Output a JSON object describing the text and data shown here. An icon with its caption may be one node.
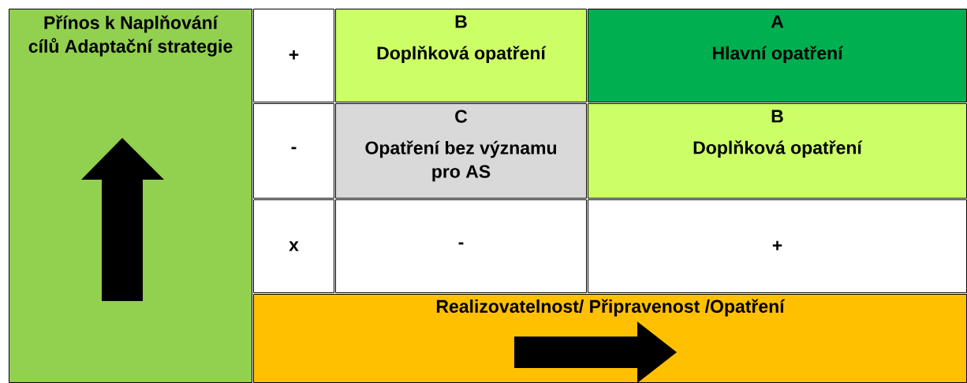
{
  "diagram": {
    "nodes": [
      {
        "text": [
          "Přínos k Naplňování cílů Adaptační strategie"
        ]
      },
      {
        "text": [
          "+"
        ]
      },
      {
        "text": [
          "B",
          "Doplňková opatření"
        ]
      },
      {
        "text": [
          "A",
          "Hlavní opatření"
        ]
      },
      {
        "text": [
          "-"
        ]
      },
      {
        "text": [
          "C",
          "Opatření bez významu pro AS"
        ]
      },
      {
        "text": [
          "B",
          "Doplňková opatření"
        ]
      },
      {
        "text": [
          "x"
        ]
      },
      {
        "text": [
          "-"
        ]
      },
      {
        "text": [
          "+"
        ]
      },
      {
        "text": [
          "Realizovatelnost/ Připravenost /Opatření"
        ]
      }
    ]
  }
}
